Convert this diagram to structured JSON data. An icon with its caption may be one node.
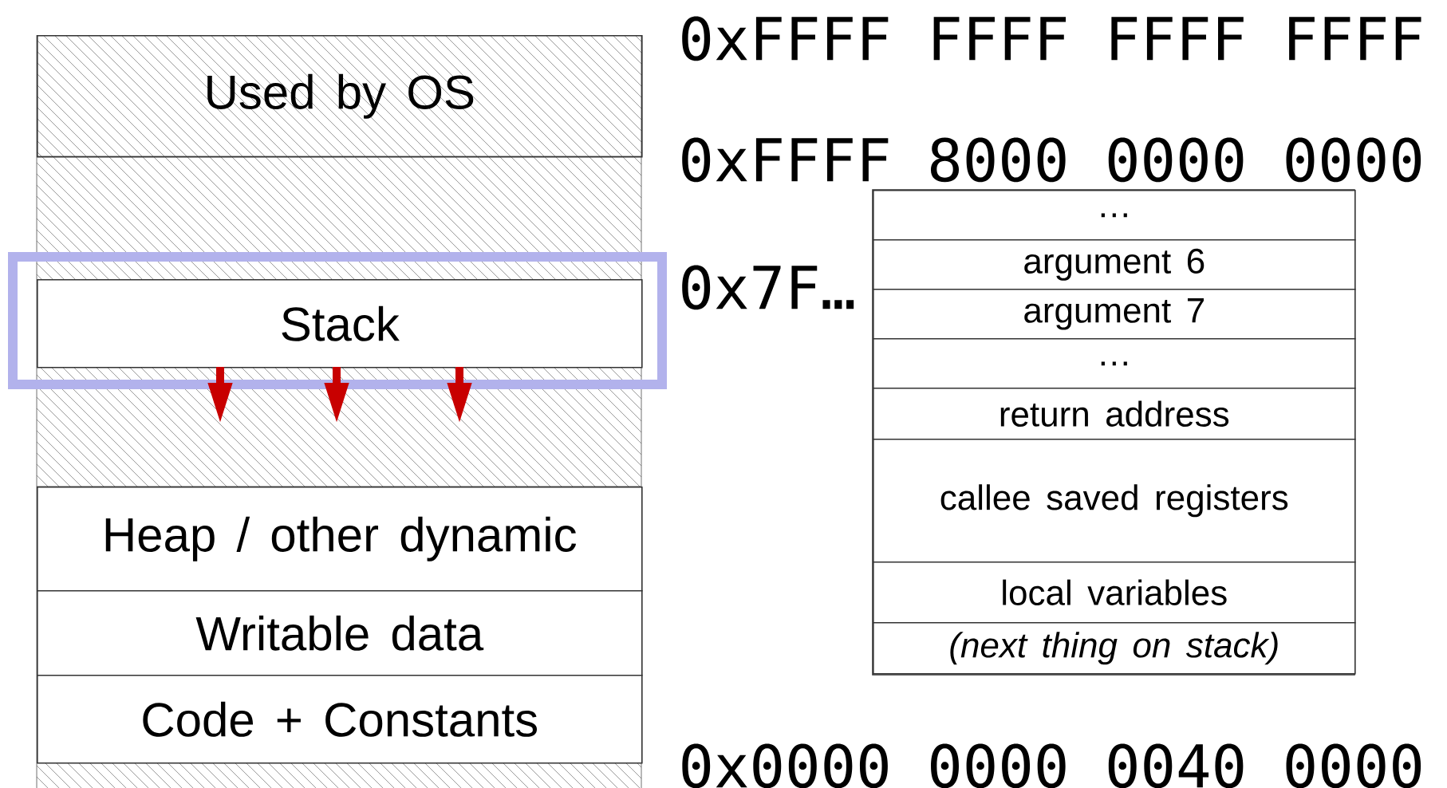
{
  "diagram": {
    "nodes": [
      {
        "text": [
          "Used by OS"
        ]
      },
      {
        "text": [
          "Stack"
        ]
      },
      {
        "text": [
          "Heap / other dynamic"
        ]
      },
      {
        "text": [
          "Writable data"
        ]
      },
      {
        "text": [
          "Code + Constants"
        ]
      },
      {
        "text": [
          "…"
        ]
      },
      {
        "text": [
          "argument 6"
        ]
      },
      {
        "text": [
          "argument 7"
        ]
      },
      {
        "text": [
          "…"
        ]
      },
      {
        "text": [
          "return address"
        ]
      },
      {
        "text": [
          "callee saved registers"
        ]
      },
      {
        "text": [
          "local variables"
        ]
      },
      {
        "text": [
          "(next thing on stack)"
        ]
      }
    ],
    "labels": [
      "0xFFFF FFFF FFFF FFFF",
      "0xFFFF 8000 0000 0000",
      "0x7F…",
      "0x0000 0000 0040 0000"
    ]
  }
}
